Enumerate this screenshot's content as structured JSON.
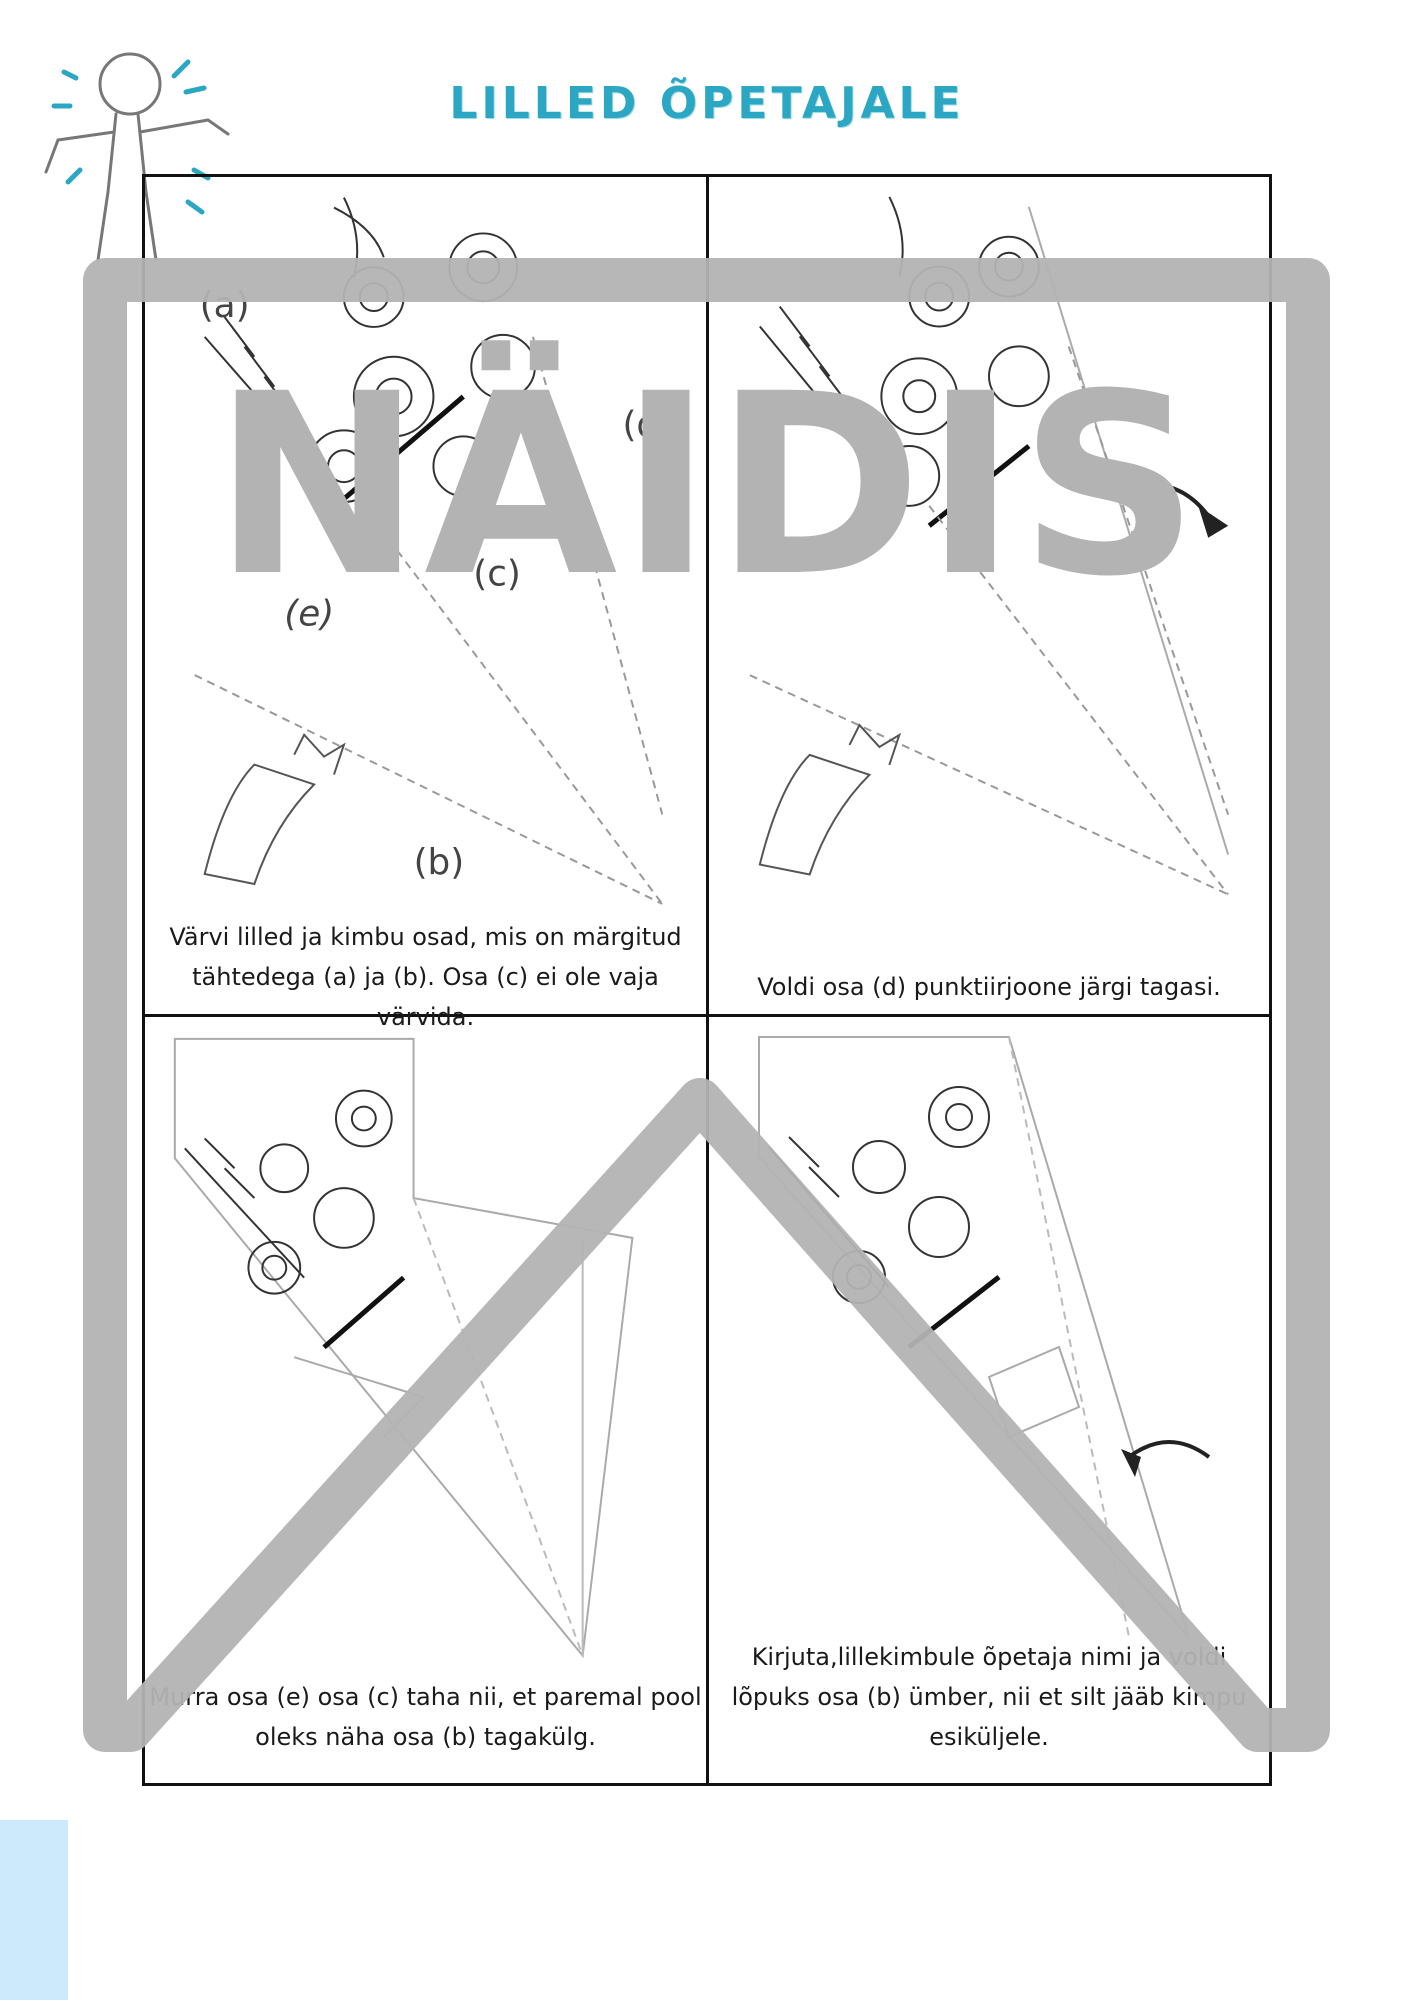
{
  "title": "LILLED ÕPETAJALE",
  "watermark": "NÄIDIS",
  "steps": [
    {
      "lines": [
        "Värvi lilled ja kimbu osad, mis on märgitud",
        "tähtedega (a) ja (b). Osa (c) ei ole vaja värvida."
      ]
    },
    {
      "lines": [
        "Voldi osa (d) punktiirjoone järgi tagasi."
      ]
    },
    {
      "lines": [
        "Murra osa (e) osa (c) taha nii, et paremal pool",
        "oleks näha osa (b) tagakülg."
      ]
    },
    {
      "lines": [
        "Kirjuta,lillekimbule õpetaja nimi ja voldi",
        "lõpuks osa (b) ümber, nii et silt jääb kimpu",
        "esiküljele."
      ]
    }
  ],
  "labels": {
    "a": "(a)",
    "b": "(b)",
    "c": "(c)",
    "d": "(d)",
    "e": "(e)"
  },
  "colors": {
    "title": "#2ba7c3",
    "watermark": "#b3b3b3",
    "accent_bar": "#cdeafc"
  },
  "icons": [
    "stick-figure-icon",
    "flower-bouquet-icon",
    "ribbon-icon",
    "fold-arrow-icon"
  ]
}
